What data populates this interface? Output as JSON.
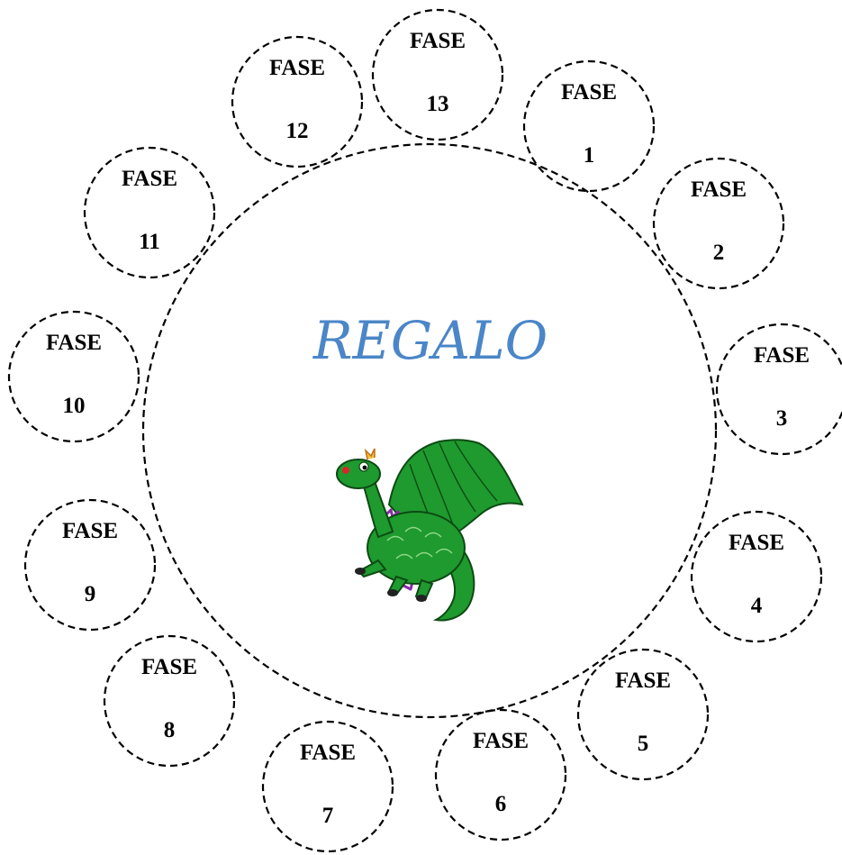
{
  "center": {
    "title": "REGALO",
    "title_color": "#4a86c8"
  },
  "phases": [
    {
      "word": "FASE",
      "number": "1"
    },
    {
      "word": "FASE",
      "number": "2"
    },
    {
      "word": "FASE",
      "number": "3"
    },
    {
      "word": "FASE",
      "number": "4"
    },
    {
      "word": "FASE",
      "number": "5"
    },
    {
      "word": "FASE",
      "number": "6"
    },
    {
      "word": "FASE",
      "number": "7"
    },
    {
      "word": "FASE",
      "number": "8"
    },
    {
      "word": "FASE",
      "number": "9"
    },
    {
      "word": "FASE",
      "number": "10"
    },
    {
      "word": "FASE",
      "number": "11"
    },
    {
      "word": "FASE",
      "number": "12"
    },
    {
      "word": "FASE",
      "number": "13"
    }
  ],
  "illustration": {
    "icon": "dragon-icon",
    "body_color": "#1f9a2e",
    "spike_color": "#8a2aa8"
  }
}
